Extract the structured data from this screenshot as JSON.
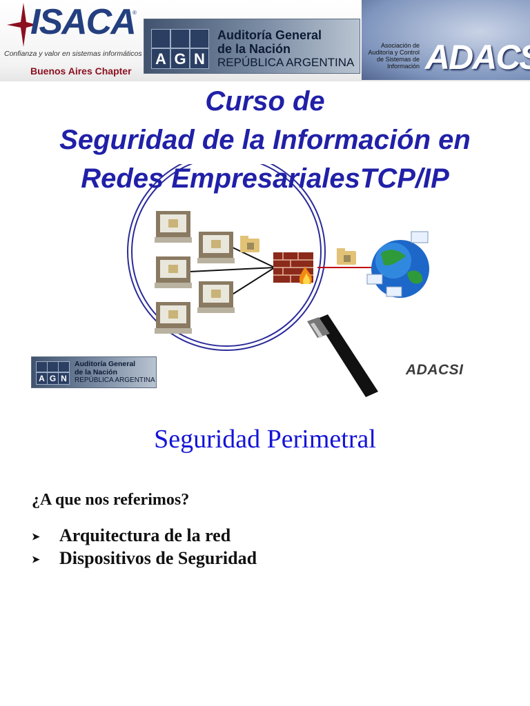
{
  "header": {
    "isaca": {
      "name": "ISACA",
      "registered": "®",
      "tagline": "Confianza y valor en sistemas informáticos",
      "chapter": "Buenos Aires Chapter"
    },
    "agn": {
      "letters": [
        "A",
        "G",
        "N"
      ],
      "line1": "Auditoría General",
      "line2": "de la Nación",
      "line3": "REPÚBLICA ARGENTINA"
    },
    "adacsi": {
      "association_lines": [
        "Asociación de",
        "Auditoría y Control",
        "de Sistemas de",
        "Información"
      ],
      "name": "ADACSI"
    }
  },
  "title": {
    "line1": "Curso de",
    "line2": "Seguridad de la Información en",
    "line3": "Redes EmpresarialesTCP/IP"
  },
  "illustration": {
    "adacsi_label": "ADACSI",
    "icons": [
      "computer-icon",
      "folder-lock-icon",
      "firewall-icon",
      "globe-icon",
      "magnifying-glass-icon"
    ]
  },
  "content": {
    "heading": "Seguridad Perimetral",
    "question": "¿A que nos referimos?",
    "bullets": [
      "Arquitectura de la red",
      "Dispositivos de Seguridad"
    ]
  },
  "colors": {
    "title": "#2020a8",
    "heading": "#1414d6",
    "agn_blue": "#2b3f63",
    "isaca_blue": "#243f7f",
    "isaca_red": "#8b1020"
  }
}
